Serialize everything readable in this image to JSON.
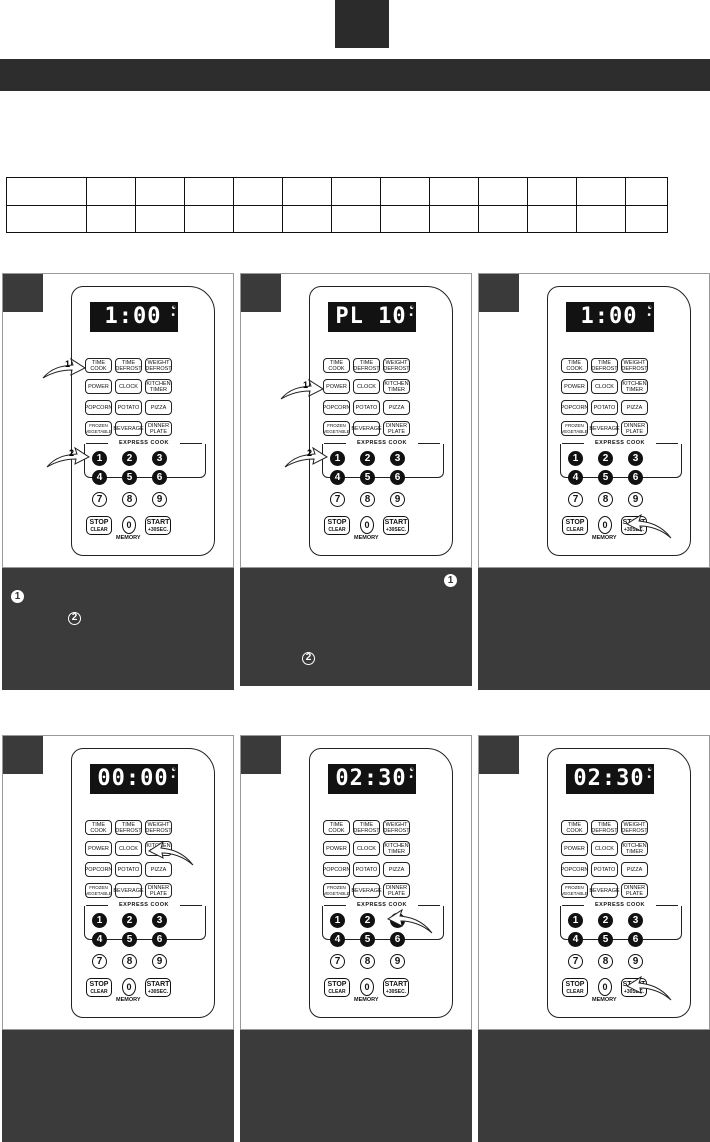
{
  "table": {
    "rows": 2,
    "columns": 13
  },
  "circle_numbers": {
    "one": "1",
    "two": "2"
  },
  "panels": [
    {
      "display": "1:00",
      "arrows": [
        {
          "target": "time-cook",
          "label": "1"
        },
        {
          "target": "num1",
          "label": "2"
        }
      ]
    },
    {
      "display": "PL 10",
      "arrows": [
        {
          "target": "power",
          "label": "1"
        },
        {
          "target": "num1",
          "label": "2"
        }
      ]
    },
    {
      "display": "1:00",
      "arrows": [
        {
          "target": "start",
          "label": ""
        }
      ]
    },
    {
      "display": "00:00",
      "arrows": [
        {
          "target": "kitchen-timer",
          "label": ""
        }
      ]
    },
    {
      "display": "02:30",
      "arrows": [
        {
          "target": "num3",
          "label": ""
        }
      ]
    },
    {
      "display": "02:30",
      "arrows": [
        {
          "target": "start",
          "label": ""
        }
      ]
    }
  ],
  "keypad": {
    "express_cook": "EXPRESS COOK",
    "memory": "MEMORY",
    "buttons": [
      [
        "TIME\nCOOK",
        "TIME\nDEFROST",
        "WEIGHT\nDEFROST"
      ],
      [
        "POWER",
        "CLOCK",
        "KITCHEN\nTIMER"
      ],
      [
        "POPCORN",
        "POTATO",
        "PIZZA"
      ],
      [
        "FROZEN\nVEGETABLE",
        "BEVERAGE",
        "DINNER\nPLATE"
      ]
    ],
    "numbers": [
      [
        "1",
        "2",
        "3"
      ],
      [
        "4",
        "5",
        "6"
      ],
      [
        "7",
        "8",
        "9"
      ]
    ],
    "stop_top": "STOP",
    "stop_bottom": "CLEAR",
    "zero": "0",
    "start_top": "START",
    "start_bottom": "+30SEC."
  }
}
